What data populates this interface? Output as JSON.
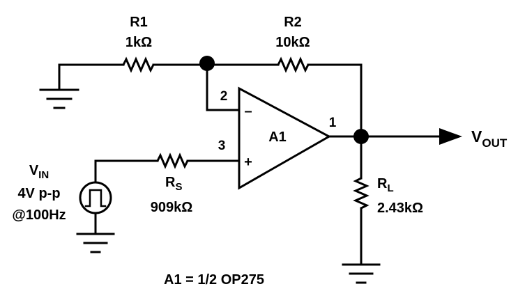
{
  "components": {
    "r1": {
      "name": "R1",
      "value": "1kΩ"
    },
    "r2": {
      "name": "R2",
      "value": "10kΩ"
    },
    "rs": {
      "name_main": "R",
      "name_sub": "S",
      "value": "909kΩ"
    },
    "rl": {
      "name_main": "R",
      "name_sub": "L",
      "value": "2.43kΩ"
    },
    "a1": {
      "name": "A1"
    }
  },
  "pins": {
    "inverting": "2",
    "noninverting": "3",
    "output": "1"
  },
  "signs": {
    "minus": "–",
    "plus": "+"
  },
  "source": {
    "name_main": "V",
    "name_sub": "IN",
    "amplitude": "4V p-p",
    "frequency": "@100Hz"
  },
  "output": {
    "name_main": "V",
    "name_sub": "OUT"
  },
  "caption": "A1 = 1/2 OP275"
}
